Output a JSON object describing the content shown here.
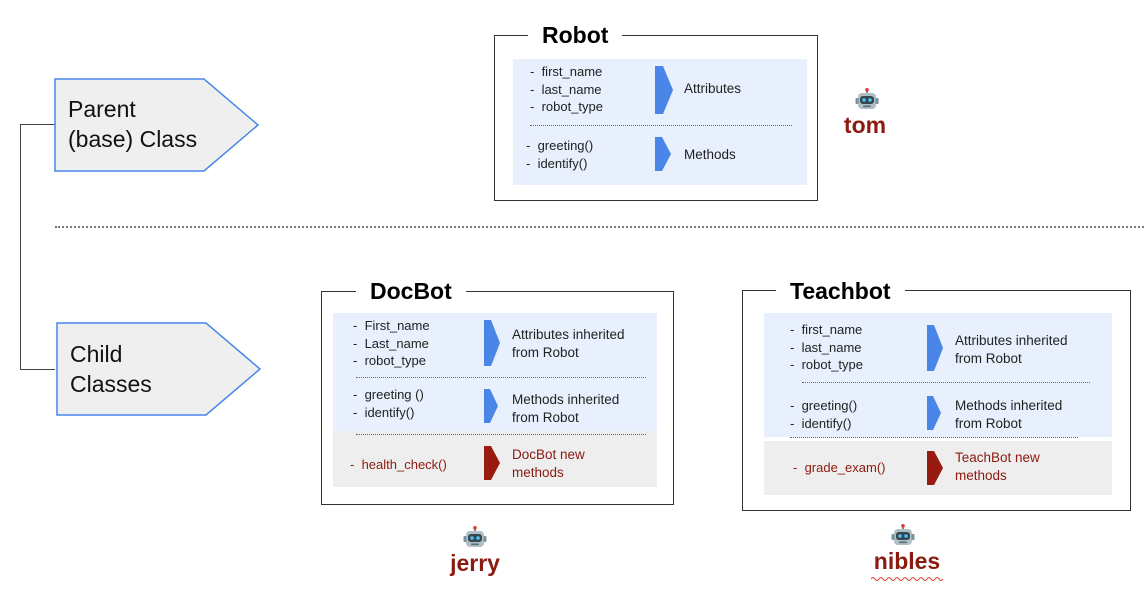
{
  "left_labels": {
    "parent": [
      "Parent",
      "(base) Class"
    ],
    "child": [
      "Child",
      "Classes"
    ]
  },
  "robot": {
    "title": "Robot",
    "attributes": [
      "first_name",
      "last_name",
      "robot_type"
    ],
    "attributes_label": "Attributes",
    "methods": [
      "greeting()",
      "identify()"
    ],
    "methods_label": "Methods",
    "instance_name": "tom"
  },
  "docbot": {
    "title": "DocBot",
    "attributes": [
      "First_name",
      "Last_name",
      "robot_type"
    ],
    "attributes_label": [
      "Attributes inherited",
      "from Robot"
    ],
    "methods": [
      "greeting ()",
      "identify()"
    ],
    "methods_label": [
      "Methods inherited",
      "from Robot"
    ],
    "new_methods": [
      "health_check()"
    ],
    "new_methods_label": [
      "DocBot new",
      "methods"
    ],
    "instance_name": "jerry"
  },
  "teachbot": {
    "title": "Teachbot",
    "attributes": [
      "first_name",
      "last_name",
      "robot_type"
    ],
    "attributes_label": [
      "Attributes inherited",
      "from Robot"
    ],
    "methods": [
      "greeting()",
      "identify()"
    ],
    "methods_label": [
      "Methods inherited",
      "from Robot"
    ],
    "new_methods": [
      "grade_exam()"
    ],
    "new_methods_label": [
      "TeachBot new",
      "methods"
    ],
    "instance_name": "nibles"
  },
  "colors": {
    "inherited_chevron": "#4a86e8",
    "new_chevron": "#981b11",
    "panel_blue": "#e8effd",
    "panel_gray": "#eeeeee",
    "instance_text": "#8b1a10"
  },
  "icons": {
    "instance": "robot-icon",
    "inherited": "chevron-right-icon",
    "new": "chevron-right-icon"
  }
}
